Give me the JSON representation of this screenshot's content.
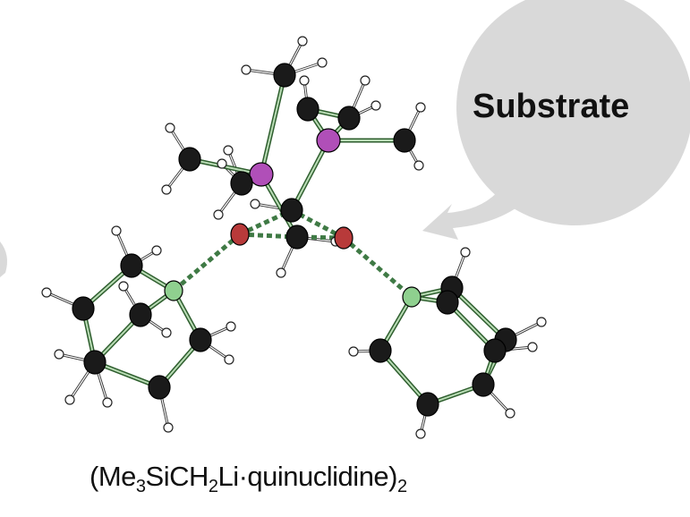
{
  "bubble": {
    "label": "Substrate",
    "color": "#d9d9d9"
  },
  "caption": {
    "prefix": "(Me",
    "sub1": "3",
    "mid1": "SiCH",
    "sub2": "2",
    "mid2": "Li·quinuclidine)",
    "sub3": "2"
  },
  "atom_colors": {
    "carbon": "#1a1a1a",
    "silicon": "#b04fb8",
    "lithium": "#b83a3a",
    "nitrogen": "#8fd08f",
    "hydrogen": "#ffffff",
    "bond": "#3f7a45"
  }
}
